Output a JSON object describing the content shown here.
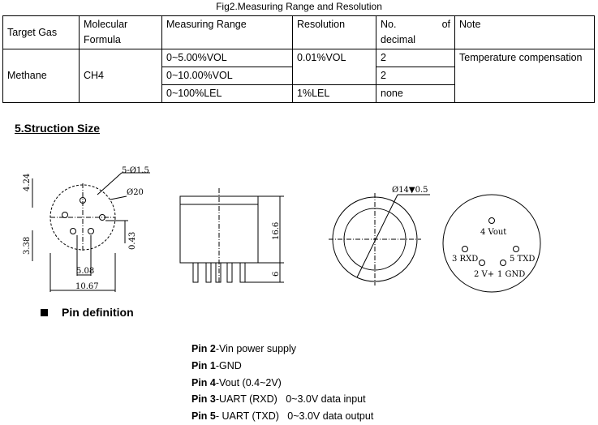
{
  "caption": "Fig2.Measuring Range and Resolution",
  "table": {
    "headers": {
      "target_gas": "Target Gas",
      "formula_line1": "Molecular",
      "formula_line2": "Formula",
      "range": "Measuring Range",
      "resolution": "Resolution",
      "decimal_no": "No.",
      "decimal_of": "of",
      "decimal_line2": "decimal",
      "note": "Note"
    },
    "gas": "Methane",
    "formula": "CH4",
    "rows": [
      {
        "range": "0~5.00%VOL",
        "resolution": "0.01%VOL",
        "decimal": "2"
      },
      {
        "range": "0~10.00%VOL",
        "resolution": "",
        "decimal": "2"
      },
      {
        "range": "0~100%LEL",
        "resolution": "1%LEL",
        "decimal": "none"
      }
    ],
    "note": "Temperature compensation"
  },
  "section_title": "5.Struction Size",
  "drawing": {
    "top_view": {
      "d1": "5-Ø1.5",
      "d2": "Ø20",
      "d3": "4.24",
      "d4": "3.38",
      "d5": "0.43",
      "d6": "5.08",
      "d7": "10.67"
    },
    "side_view": {
      "h1": "16.6",
      "h2": "6"
    },
    "bottom_view": {
      "d1": "Ø14▼0.5"
    },
    "pin_view": {
      "p4": "4 Vout",
      "p3": "3 RXD",
      "p5": "5 TXD",
      "p2": "2 V+",
      "p1": "1 GND"
    }
  },
  "pin_heading": "Pin definition",
  "pins": [
    {
      "label": "Pin 2",
      "desc": "-Vin power supply"
    },
    {
      "label": "Pin 1",
      "desc": "-GND"
    },
    {
      "label": "Pin 4",
      "desc": "-Vout (0.4~2V)"
    },
    {
      "label": "Pin 3",
      "desc": "-UART (RXD)   0~3.0V data input"
    },
    {
      "label": "Pin 5",
      "desc": "- UART (TXD)   0~3.0V data output"
    }
  ]
}
